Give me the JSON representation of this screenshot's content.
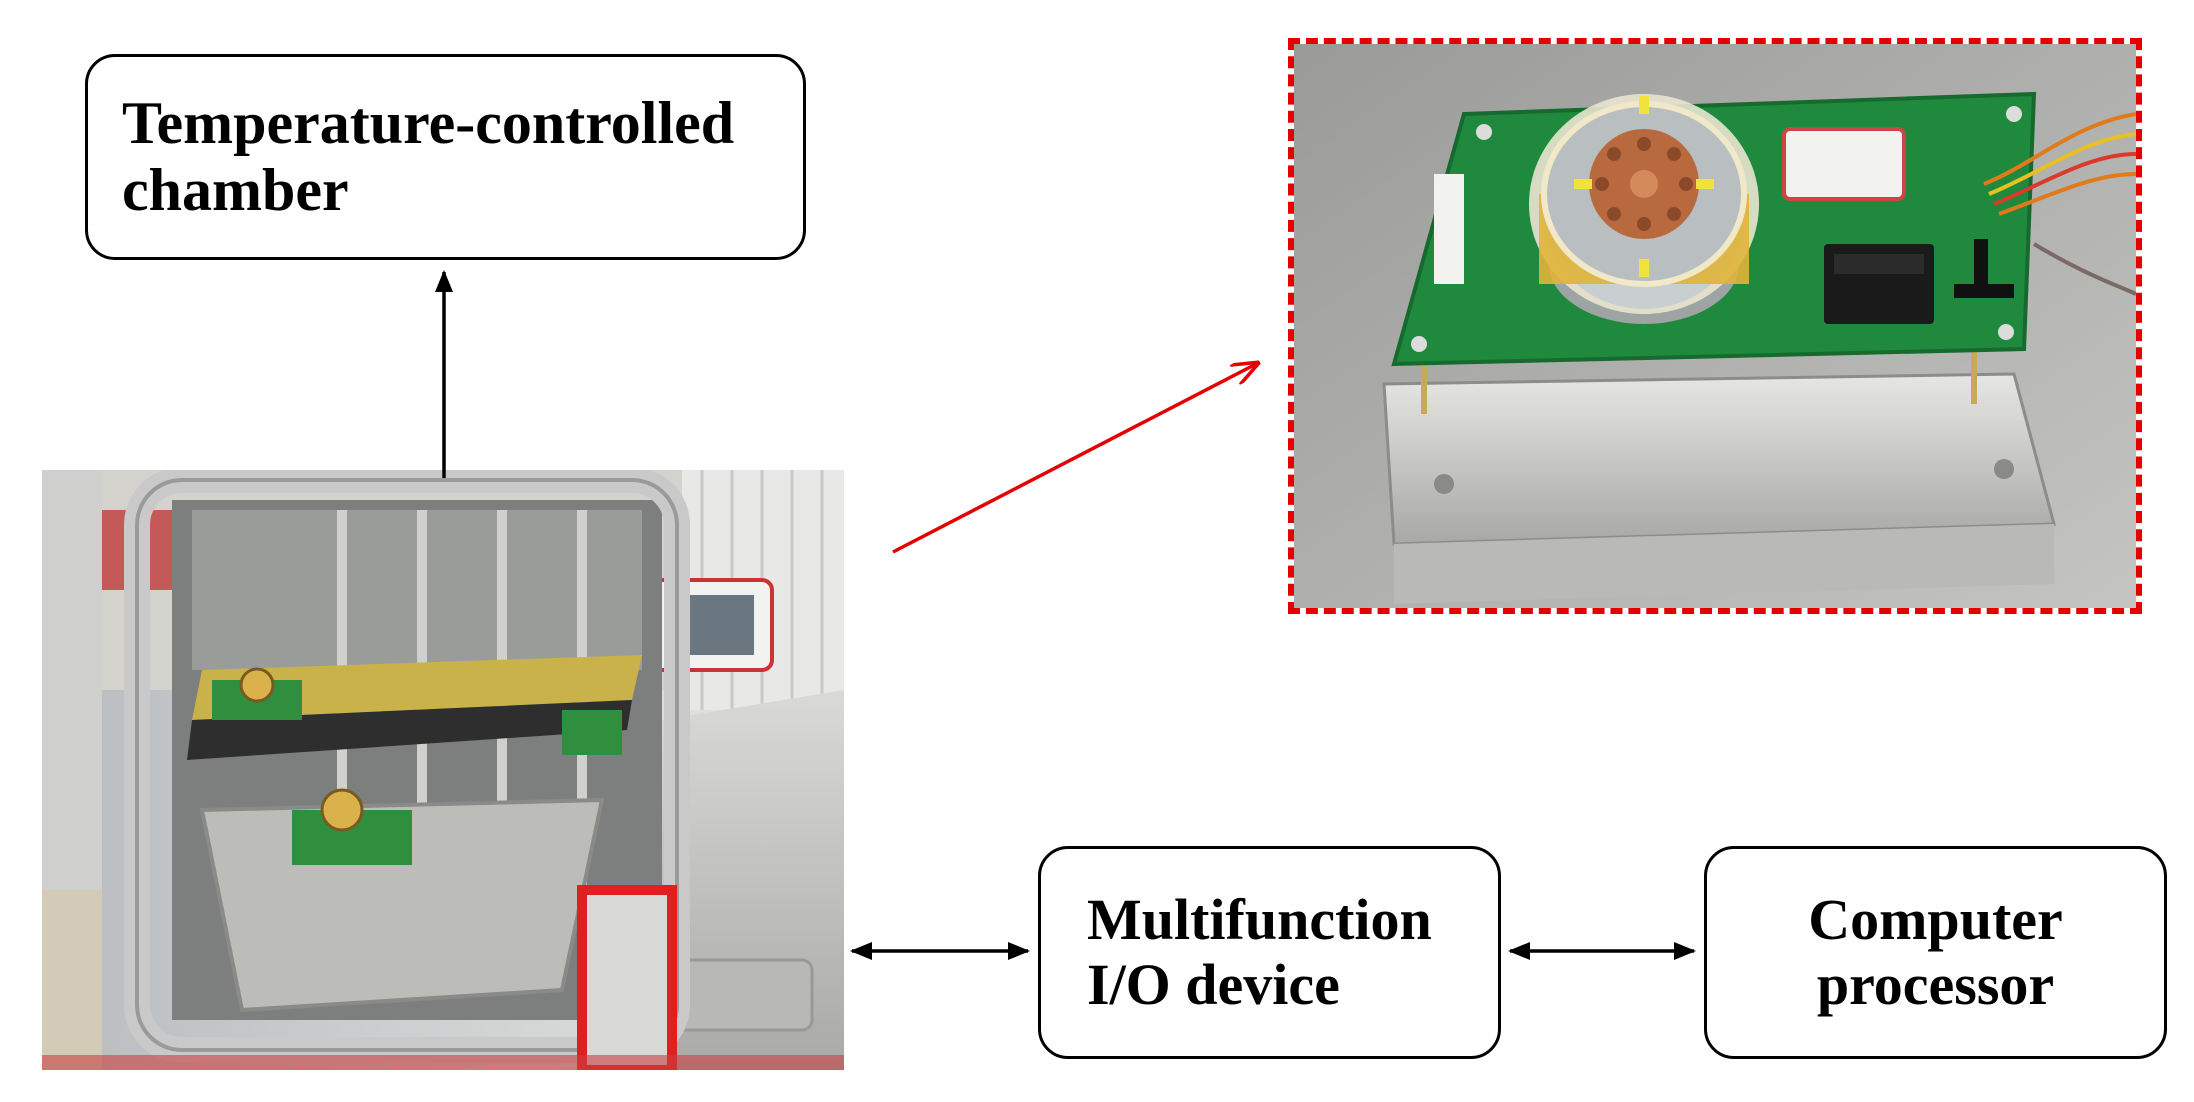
{
  "nodes": {
    "chamber": {
      "line1": "Temperature-controlled",
      "line2": "chamber"
    },
    "io_device": {
      "line1": "Multifunction",
      "line2": "I/O device"
    },
    "computer": {
      "line1": "Computer",
      "line2": "processor"
    }
  },
  "photos": {
    "chamber_photo": "photo of temperature-controlled chamber with open door and sensor boards inside",
    "sensor_photo": "close-up photo of green sensor circuit board mounted on aluminum base"
  },
  "colors": {
    "highlight": "#e50000",
    "line": "#000000"
  }
}
